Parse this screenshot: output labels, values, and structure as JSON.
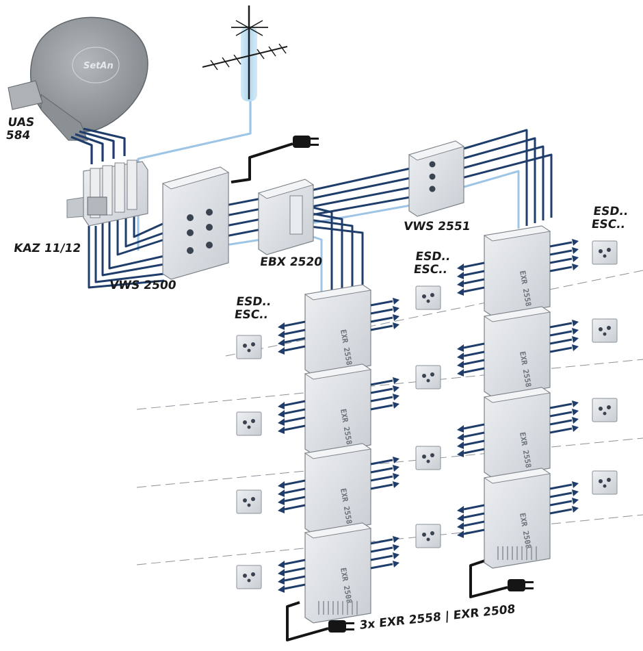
{
  "labels": {
    "uas": "UAS\n584",
    "kaz": "KAZ 11/12",
    "vws2500": "VWS 2500",
    "ebx": "EBX 2520",
    "vws2551": "VWS 2551",
    "esd_right": "ESD..\nESC..",
    "esd_mid": "ESD..\nESC..",
    "esd_left": "ESD..\nESC..",
    "bottom": "3x EXR 2558 | EXR 2508"
  },
  "device_text": {
    "dish_logo": "SetAn",
    "exr_module": "EXR 2558",
    "exr_last": "EXR 2508"
  },
  "colors": {
    "cable_dark": "#1f3d6b",
    "cable_light": "#9ec4e6",
    "device_face": "#d9dde2",
    "device_edge": "#9aa1a9",
    "arrow": "#1f3d6b",
    "dish": "#8e9398",
    "antenna_glow": "#bfe0f2"
  }
}
